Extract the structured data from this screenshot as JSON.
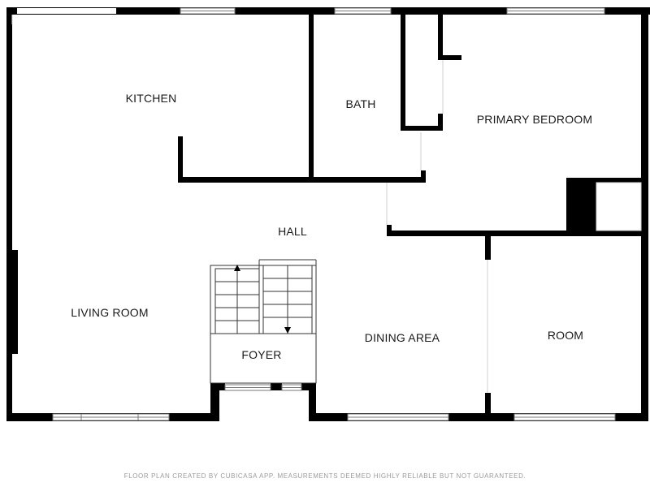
{
  "rooms": {
    "kitchen": "KITCHEN",
    "bath": "BATH",
    "primary_bedroom": "PRIMARY BEDROOM",
    "hall": "HALL",
    "living_room": "LIVING ROOM",
    "foyer": "FOYER",
    "dining_area": "DINING AREA",
    "room": "ROOM"
  },
  "footer": {
    "note": "FLOOR PLAN CREATED BY CUBICASA APP. MEASUREMENTS DEEMED HIGHLY RELIABLE BUT NOT GUARANTEED."
  },
  "colors": {
    "wall": "#000000",
    "background": "#ffffff",
    "window_frame": "#6f6f6f",
    "footer_text": "#9a9a9a"
  }
}
